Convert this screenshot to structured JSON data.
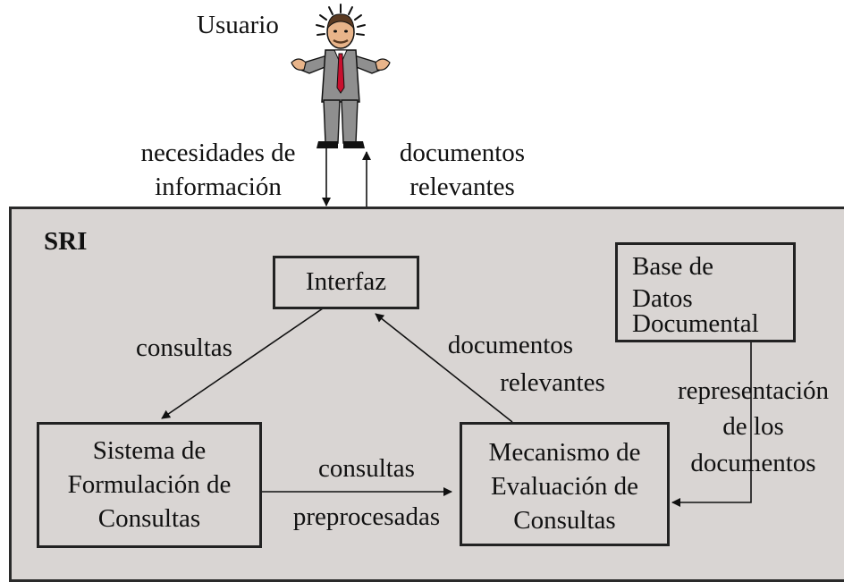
{
  "top": {
    "user_label": "Usuario",
    "needs_label": [
      "necesidades de",
      "información"
    ],
    "docs_label": [
      "documentos",
      "relevantes"
    ]
  },
  "system": {
    "title": "SRI",
    "interface_label": "Interfaz",
    "database_label": [
      "Base de",
      "Datos",
      "Documental"
    ],
    "formulation_label": [
      "Sistema de",
      "Formulación de",
      "Consultas"
    ],
    "evaluation_label": [
      "Mecanismo de",
      "Evaluación de",
      "Consultas"
    ],
    "queries_label": "consultas",
    "relevant_docs_label": [
      "documentos",
      "relevantes"
    ],
    "preprocessed_label": [
      "consultas",
      "preprocesadas"
    ],
    "representation_label": [
      "representación",
      "de los",
      "documentos"
    ]
  },
  "icons": {
    "user": "businessman-shrugging-icon"
  },
  "colors": {
    "panel_background": "#d9d5d3",
    "border": "#222222",
    "tie": "#c8102e",
    "suit": "#8f8f8f"
  }
}
